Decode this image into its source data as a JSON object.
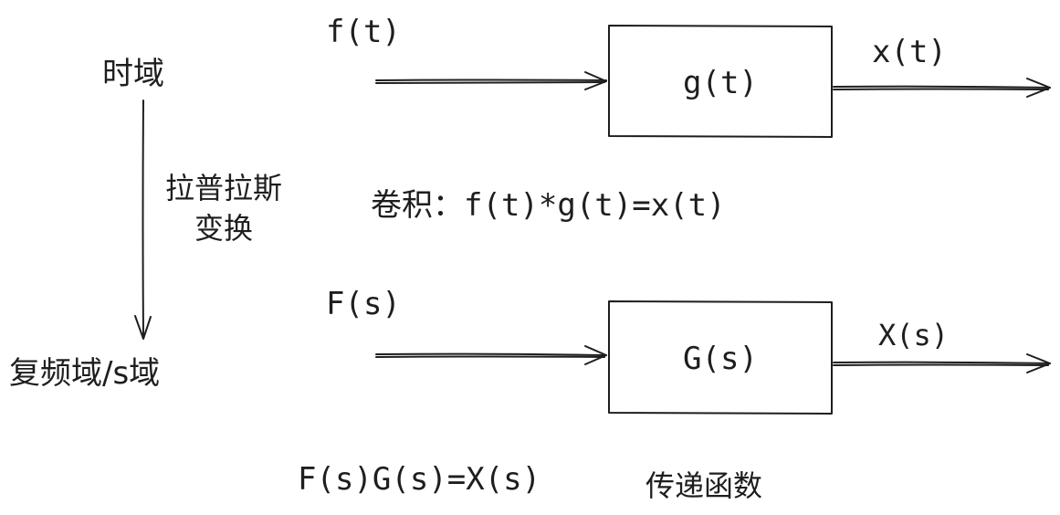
{
  "time_domain": {
    "domain_label": "时域",
    "input_label": "f(t)",
    "block_label": "g(t)",
    "output_label": "x(t)",
    "relation_prefix": "卷积：",
    "relation_formula": "f(t)*g(t)=x(t)"
  },
  "transform": {
    "label_line1": "拉普拉斯",
    "label_line2": "变换"
  },
  "s_domain": {
    "domain_label": "复频域/s域",
    "input_label": "F(s)",
    "block_label": "G(s)",
    "output_label": "X(s)",
    "relation_formula": "F(s)G(s)=X(s)",
    "relation_note": "传递函数"
  },
  "colors": {
    "stroke": "#1e1e1e",
    "background": "#ffffff"
  }
}
